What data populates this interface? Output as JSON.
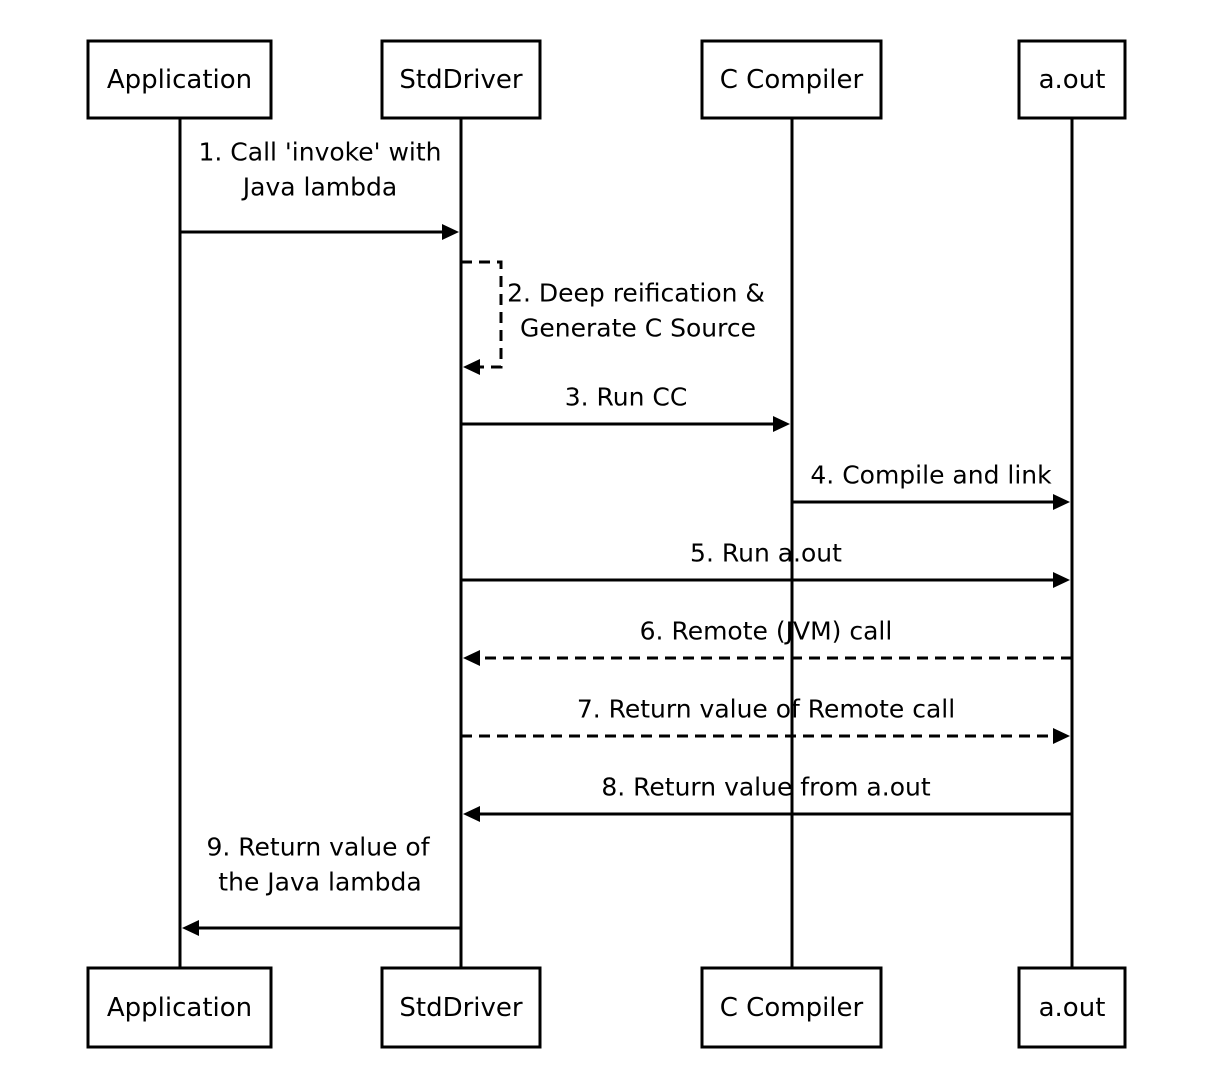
{
  "participants": [
    {
      "id": "application",
      "label": "Application"
    },
    {
      "id": "stddriver",
      "label": "StdDriver"
    },
    {
      "id": "ccompiler",
      "label": "C Compiler"
    },
    {
      "id": "aout",
      "label": "a.out"
    }
  ],
  "messages": [
    {
      "id": "m1",
      "from": "application",
      "to": "stddriver",
      "style": "solid",
      "lines": [
        "1. Call 'invoke' with",
        "Java lambda"
      ]
    },
    {
      "id": "m2",
      "from": "stddriver",
      "to": "stddriver",
      "style": "dashed",
      "lines": [
        "2. Deep reification &",
        "Generate C Source"
      ]
    },
    {
      "id": "m3",
      "from": "stddriver",
      "to": "ccompiler",
      "style": "solid",
      "lines": [
        "3. Run CC"
      ]
    },
    {
      "id": "m4",
      "from": "ccompiler",
      "to": "aout",
      "style": "solid",
      "lines": [
        "4. Compile and link"
      ]
    },
    {
      "id": "m5",
      "from": "stddriver",
      "to": "aout",
      "style": "solid",
      "lines": [
        "5. Run a.out"
      ]
    },
    {
      "id": "m6",
      "from": "aout",
      "to": "stddriver",
      "style": "dashed",
      "lines": [
        "6. Remote (JVM) call"
      ]
    },
    {
      "id": "m7",
      "from": "stddriver",
      "to": "aout",
      "style": "dashed",
      "lines": [
        "7. Return value of Remote call"
      ]
    },
    {
      "id": "m8",
      "from": "aout",
      "to": "stddriver",
      "style": "solid",
      "lines": [
        "8. Return value from a.out"
      ]
    },
    {
      "id": "m9",
      "from": "stddriver",
      "to": "application",
      "style": "solid",
      "lines": [
        "9. Return value of",
        "the Java lambda"
      ]
    }
  ]
}
